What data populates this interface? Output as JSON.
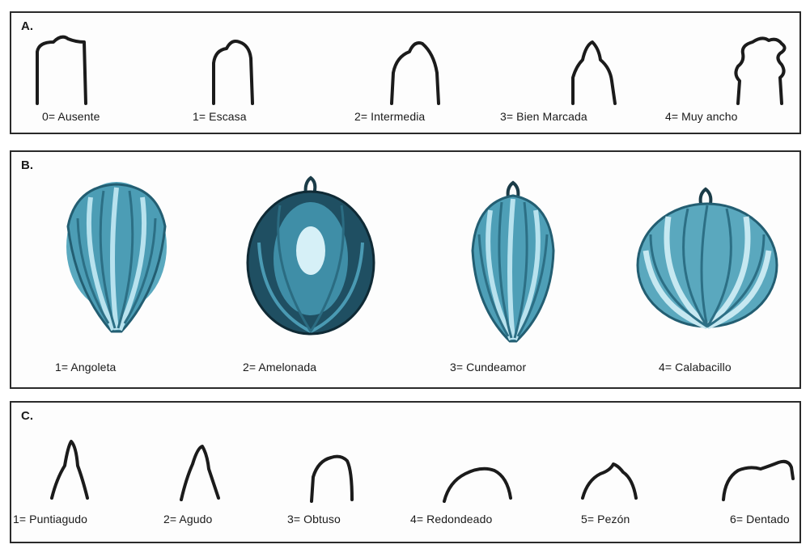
{
  "panels": [
    {
      "letter": "A.",
      "items": [
        {
          "label": "0= Ausente"
        },
        {
          "label": "1=  Escasa"
        },
        {
          "label": "2= Intermedia"
        },
        {
          "label": "3= Bien Marcada"
        },
        {
          "label": "4= Muy ancho"
        }
      ]
    },
    {
      "letter": "B.",
      "items": [
        {
          "label": "1=  Angoleta"
        },
        {
          "label": "2=  Amelonada"
        },
        {
          "label": "3=  Cundeamor"
        },
        {
          "label": "4=  Calabacillo"
        }
      ]
    },
    {
      "letter": "C.",
      "items": [
        {
          "label": "1= Puntiagudo"
        },
        {
          "label": "2= Agudo"
        },
        {
          "label": "3= Obtuso"
        },
        {
          "label": "4= Redondeado"
        },
        {
          "label": "5= Pezón"
        },
        {
          "label": "6= Dentado"
        }
      ]
    }
  ],
  "colors": {
    "ink": "#1b1b1b",
    "fruit_light": "#6fb7cc",
    "fruit_mid": "#3f8fa8",
    "fruit_dark": "#1e4f61"
  }
}
